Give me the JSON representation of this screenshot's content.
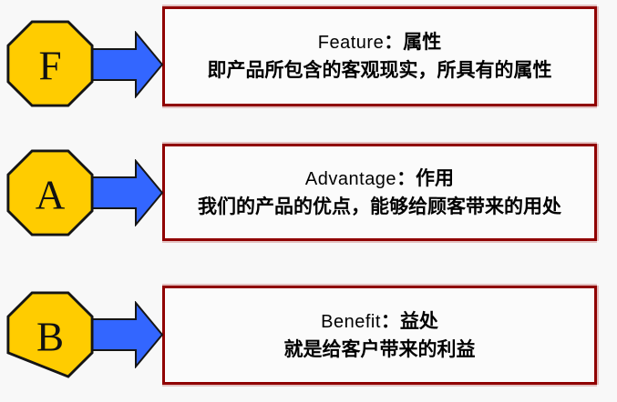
{
  "colors": {
    "background": "#F8F8F8",
    "octagon_fill": "#FFCC00",
    "octagon_stroke": "#151515",
    "arrow_fill": "#3366FF",
    "arrow_stroke": "#151515",
    "box_border": "#900000",
    "box_fill": "#FBFBFB",
    "text": "#000000"
  },
  "rows": [
    {
      "letter": "F",
      "label_en": "Feature",
      "label_zh": "：属性",
      "description": "即产品所包含的客观现实，所具有的属性"
    },
    {
      "letter": "A",
      "label_en": "Advantage",
      "label_zh": "：作用",
      "description": "我们的产品的优点，能够给顾客带来的用处"
    },
    {
      "letter": "B",
      "label_en": "Benefit",
      "label_zh": "：益处",
      "description": "就是给客户带来的利益"
    }
  ]
}
